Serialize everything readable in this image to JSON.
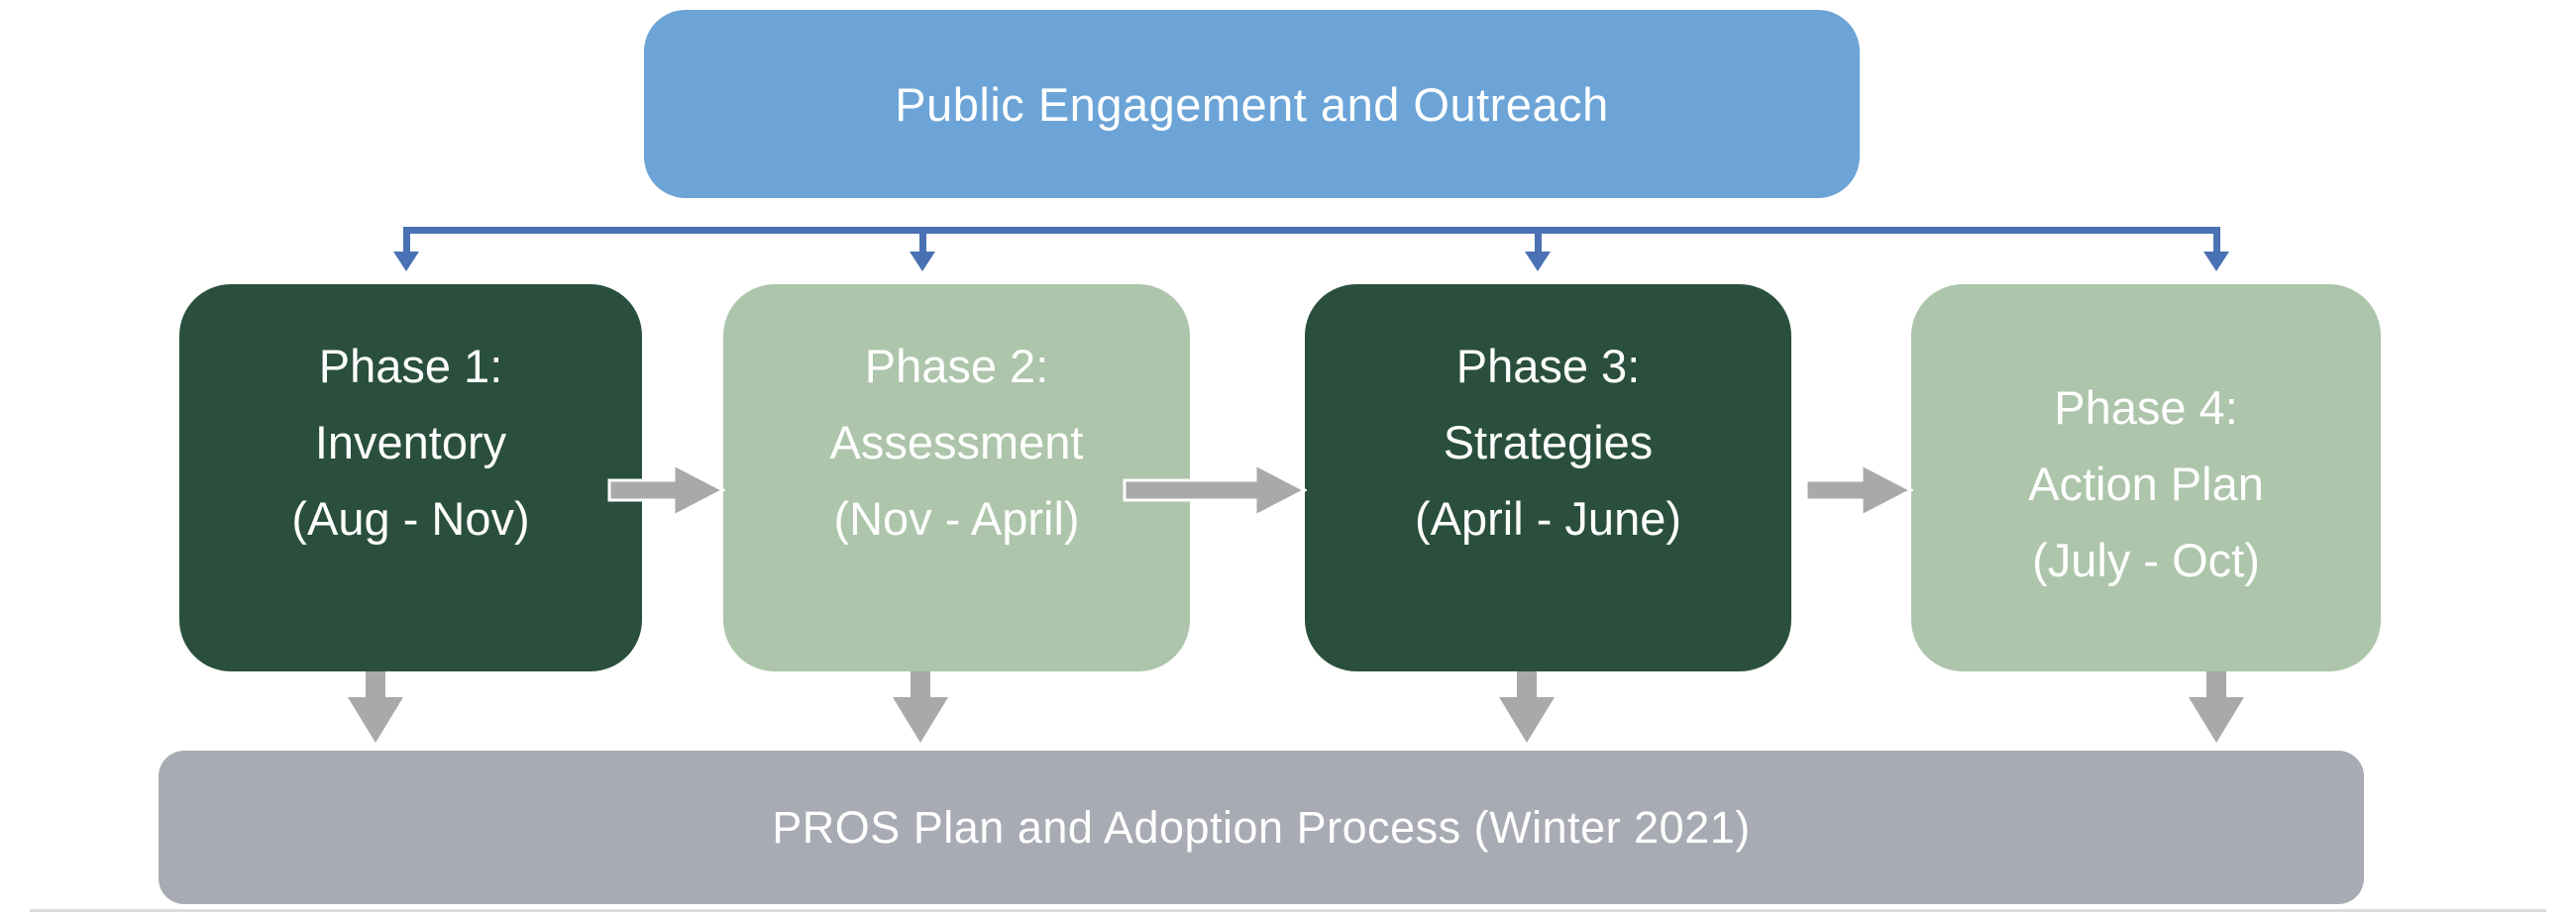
{
  "top_box": {
    "label": "Public Engagement and Outreach"
  },
  "phases": [
    {
      "title": "Phase 1:",
      "name": "Inventory",
      "dates": "(Aug - Nov)"
    },
    {
      "title": "Phase 2:",
      "name": "Assessment",
      "dates": "(Nov - April)"
    },
    {
      "title": "Phase 3:",
      "name": "Strategies",
      "dates": "(April - June)"
    },
    {
      "title": "Phase 4:",
      "name": "Action Plan",
      "dates": "(July - Oct)"
    }
  ],
  "bottom_bar": {
    "label": "PROS Plan and Adoption Process (Winter 2021)"
  },
  "icons": {
    "engagement_to_phase_arrow": "down-arrow",
    "phase_to_phase_arrow": "right-arrow",
    "phase_to_plan_arrow": "down-arrow"
  },
  "colors": {
    "engagement_blue": "#6CA4D7",
    "connector_blue": "#4A71B3",
    "phase_dark_green": "#2A4F3D",
    "phase_light_green": "#ADC5AA",
    "flow_arrow_gray": "#A9A9A9",
    "plan_bar_gray": "#A9ABB4"
  }
}
